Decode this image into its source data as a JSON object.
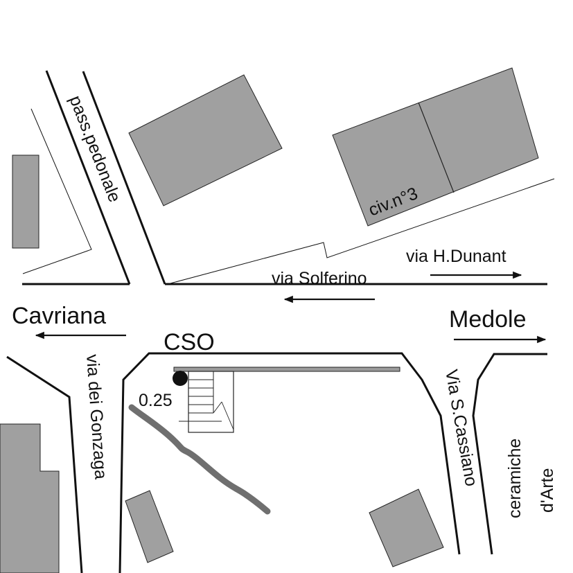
{
  "map": {
    "colors": {
      "building_fill": "#a0a0a0",
      "building_stroke": "#222222",
      "road_line": "#111111",
      "hedge": "#6f6f6f",
      "rail": "#9a9a9a"
    },
    "labels": {
      "pass_pedonale": "pass.pedonale",
      "civ_n3": "civ.n°3",
      "via_h_dunant": "via H.Dunant",
      "via_solferino": "via Solferino",
      "cavriana": "Cavriana",
      "medole": "Medole",
      "cso": "CSO",
      "via_dei_gonzaga": "via dei Gonzaga",
      "via_s_cassiano": "Via S.Cassiano",
      "ceramiche": "ceramiche",
      "d_arte": "d'Arte",
      "distance": "0.25"
    },
    "arrows": {
      "via_h_dunant": "right",
      "via_solferino": "left",
      "cavriana": "left",
      "medole": "right"
    }
  }
}
